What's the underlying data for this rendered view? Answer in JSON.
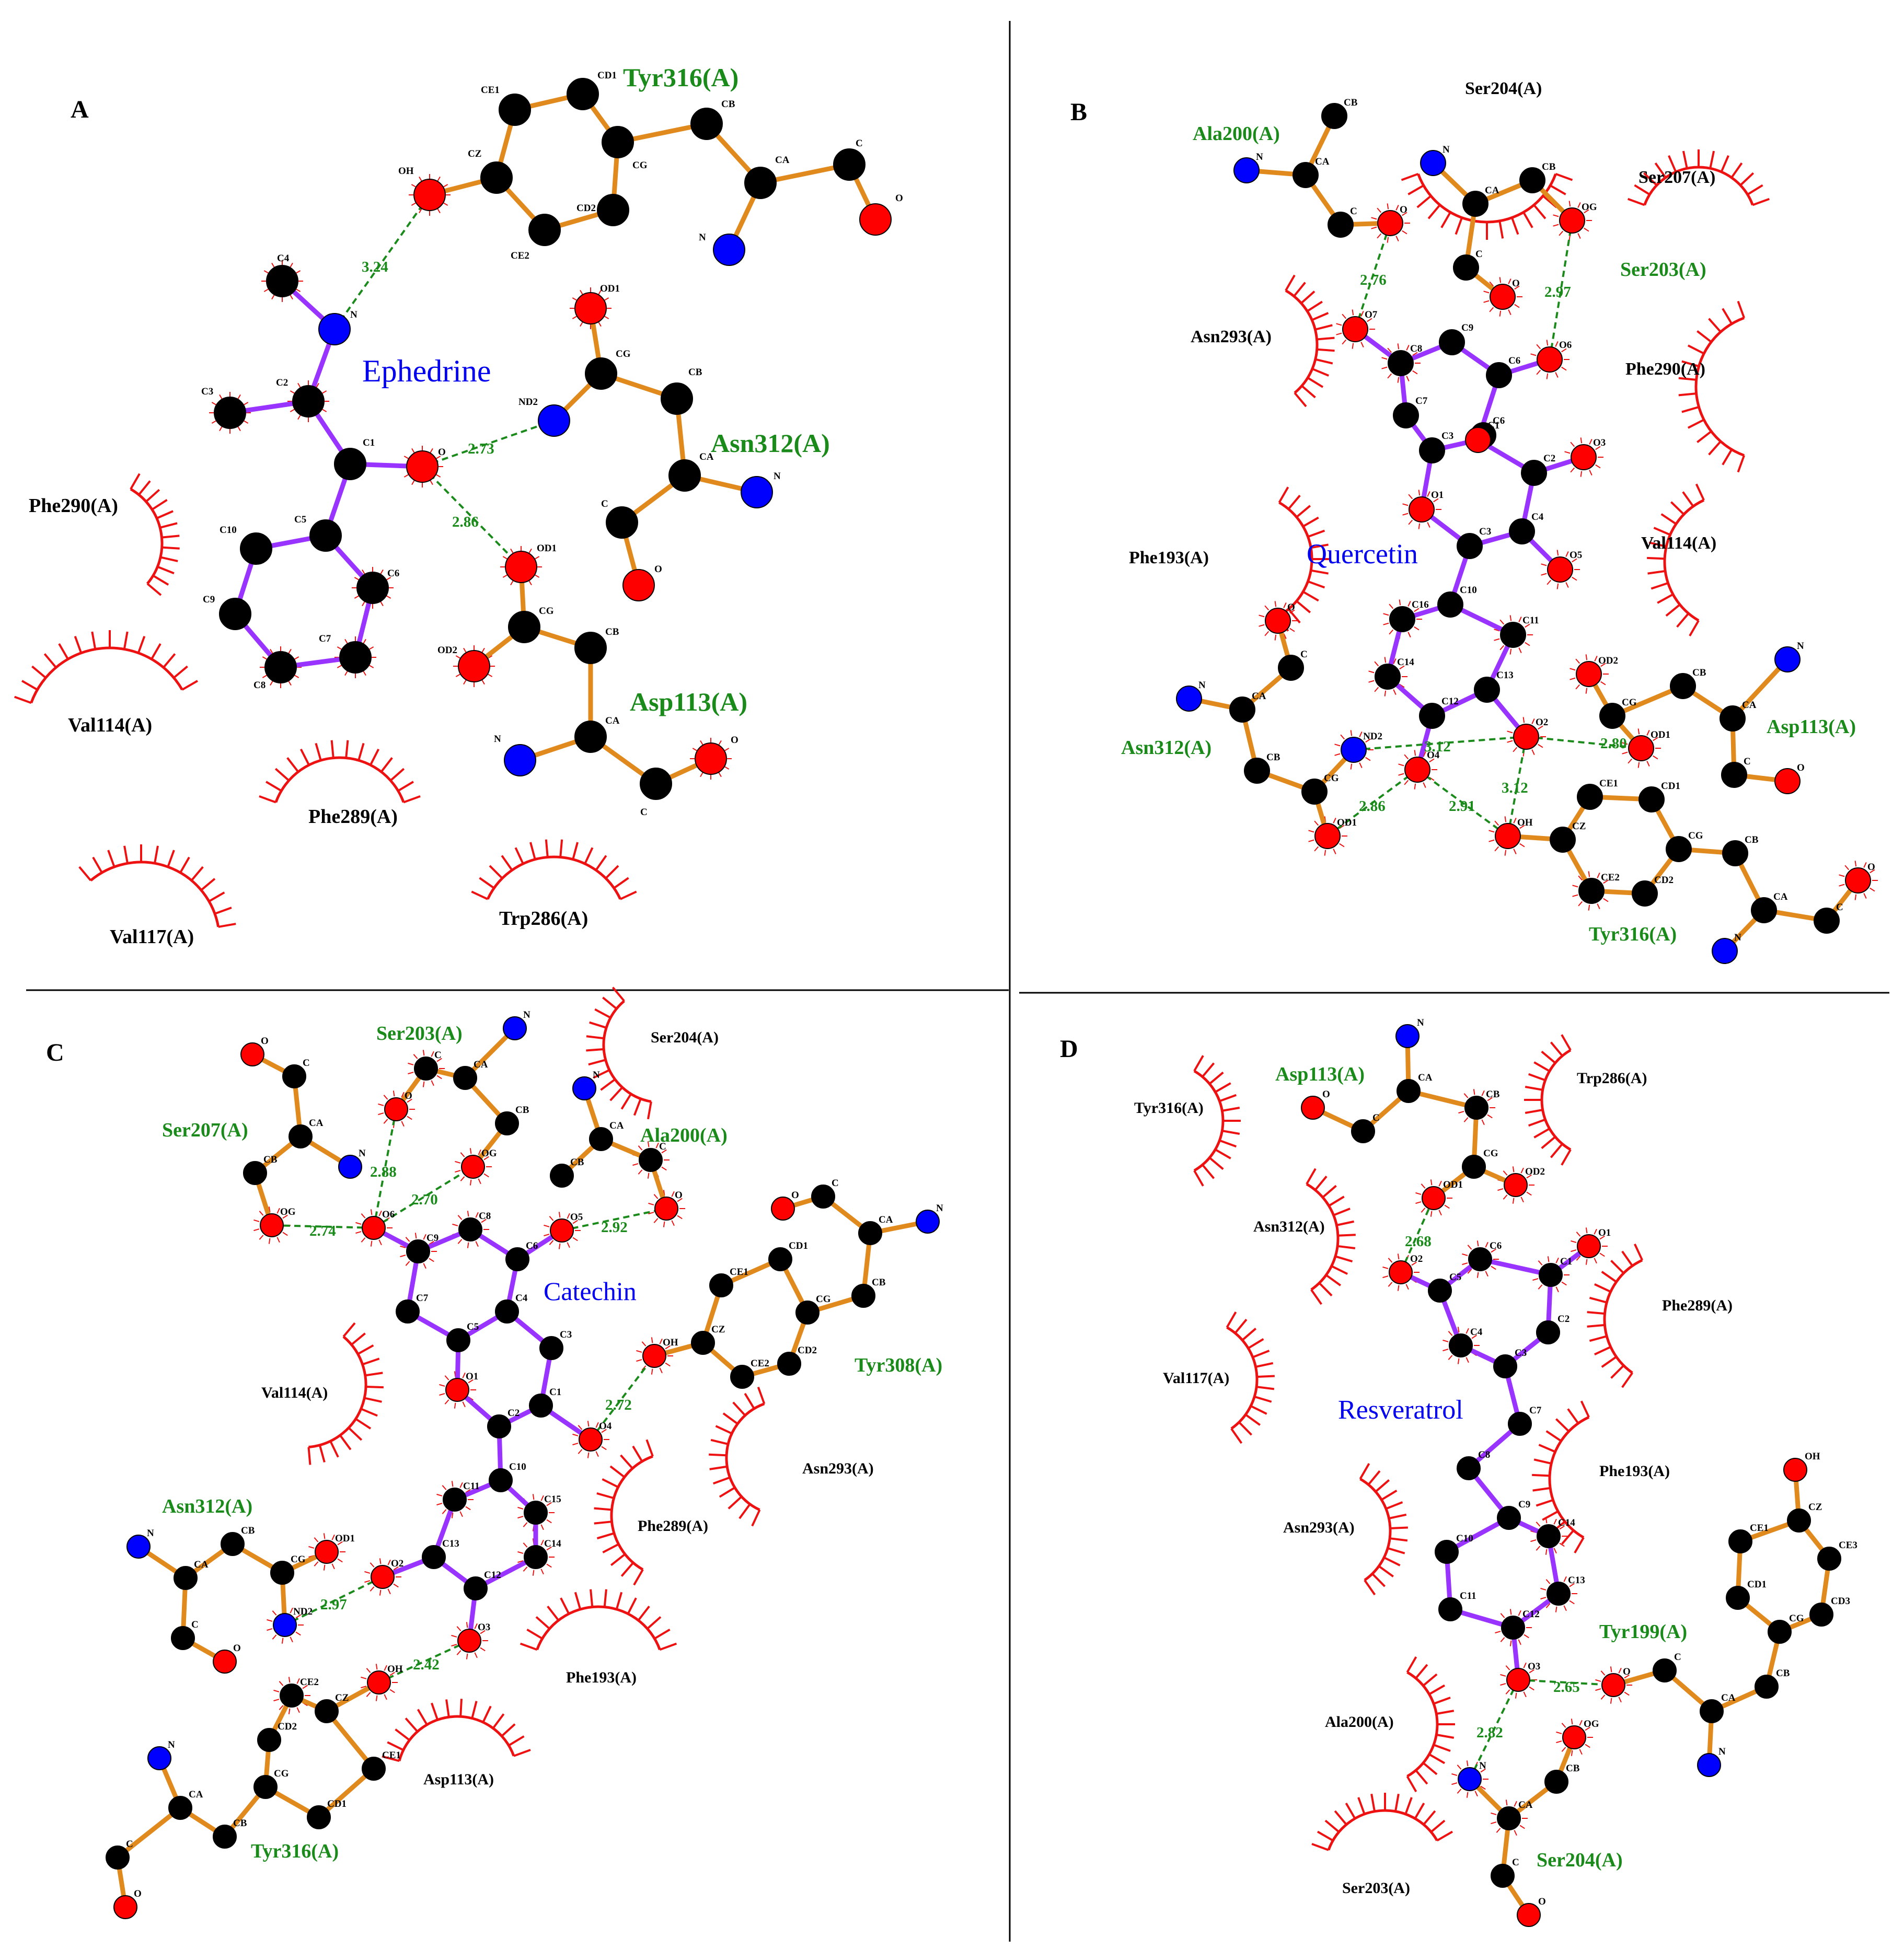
{
  "colors": {
    "carbon": "#000000",
    "oxygen": "#ff0000",
    "nitrogen": "#0000ff",
    "ligand_bond": "#9933ff",
    "residue_bond": "#e08a1e",
    "hbond": "#1a8a1a",
    "hydrophobic_arc": "#ee1111",
    "bonded_residue_label": "#1a8a1a",
    "hydrophobic_residue_label": "#000000",
    "ligand_label": "#0000ee"
  },
  "panels": [
    {
      "letter": "A",
      "ligand": "Ephedrine",
      "bonded_residues": [
        "Tyr316(A)",
        "Asn312(A)",
        "Asp113(A)"
      ],
      "hydrophobic_residues": [
        "Phe290(A)",
        "Val114(A)",
        "Phe289(A)",
        "Val117(A)",
        "Trp286(A)"
      ],
      "hbond_distances": [
        "3.24",
        "2.73",
        "2.86"
      ]
    },
    {
      "letter": "B",
      "ligand": "Quercetin",
      "bonded_residues": [
        "Ala200(A)",
        "Ser203(A)",
        "Asn312(A)",
        "Asp113(A)",
        "Tyr316(A)"
      ],
      "hydrophobic_residues": [
        "Ser204(A)",
        "Ser207(A)",
        "Asn293(A)",
        "Phe290(A)",
        "Phe193(A)",
        "Val114(A)"
      ],
      "hbond_distances": [
        "2.76",
        "2.97",
        "3.12",
        "2.80",
        "2.86",
        "2.91",
        "3.12"
      ]
    },
    {
      "letter": "C",
      "ligand": "Catechin",
      "bonded_residues": [
        "Ser203(A)",
        "Ser207(A)",
        "Ala200(A)",
        "Tyr308(A)",
        "Asn312(A)",
        "Tyr316(A)"
      ],
      "hydrophobic_residues": [
        "Ser204(A)",
        "Val114(A)",
        "Asn293(A)",
        "Phe289(A)",
        "Phe193(A)",
        "Asp113(A)"
      ],
      "hbond_distances": [
        "2.88",
        "2.70",
        "2.74",
        "2.92",
        "2.72",
        "2.97",
        "2.42"
      ]
    },
    {
      "letter": "D",
      "ligand": "Resveratrol",
      "bonded_residues": [
        "Asp113(A)",
        "Tyr199(A)",
        "Ser204(A)"
      ],
      "hydrophobic_residues": [
        "Tyr316(A)",
        "Trp286(A)",
        "Asn312(A)",
        "Phe289(A)",
        "Val117(A)",
        "Phe193(A)",
        "Asn293(A)",
        "Ala200(A)",
        "Ser203(A)"
      ],
      "hbond_distances": [
        "2.68",
        "2.65",
        "2.82"
      ]
    }
  ]
}
